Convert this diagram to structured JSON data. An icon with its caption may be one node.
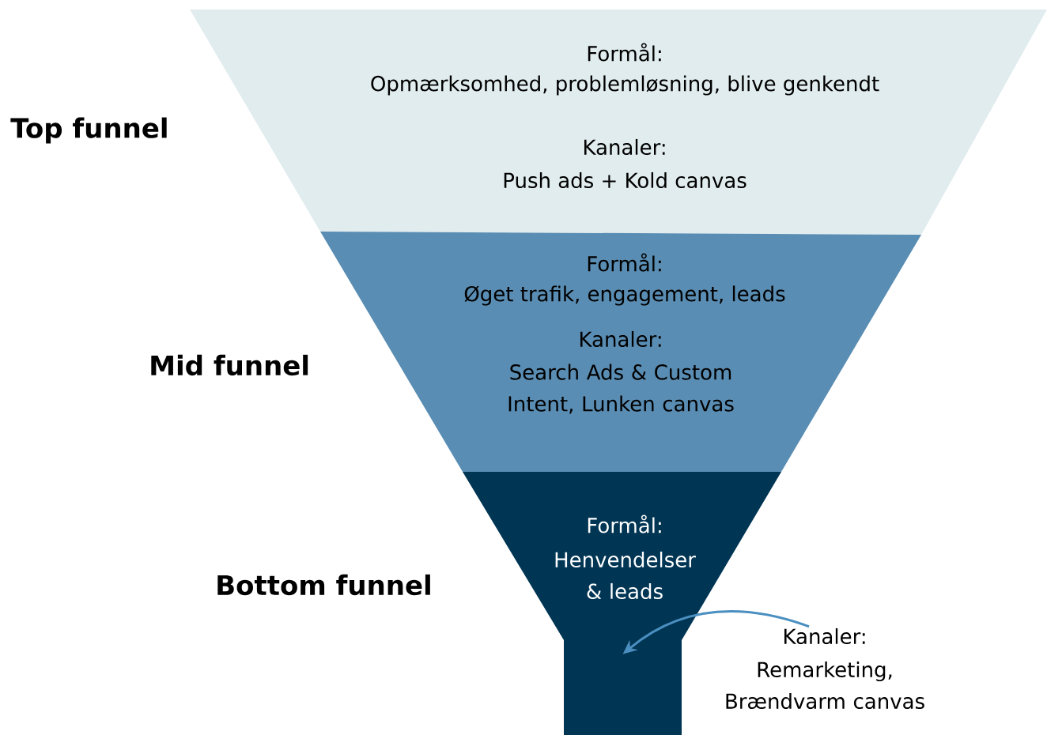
{
  "diagram": {
    "nodes": [
      {
        "text": [
          "Formål:",
          "Opmærksomhed, problemløsning, blive genkendt",
          "Kanaler:",
          "Push ads + Kold canvas"
        ],
        "beside": [
          "Top funnel"
        ]
      },
      {
        "text": [
          "Formål:",
          "Øget trafik, engagement, leads",
          "Kanaler:",
          "Search Ads & Custom Intent, Lunken canvas"
        ],
        "beside": [
          "Mid funnel"
        ]
      },
      {
        "text": [
          "Formål:",
          "Henvendelser & leads"
        ],
        "beside": [
          "Bottom funnel"
        ]
      },
      {
        "text": [
          "Kanaler:",
          "Remarketing, Brændvarm canvas"
        ]
      }
    ],
    "edges": [
      {
        "from": 3,
        "to": 2,
        "arrow": "to",
        "color": "#4a8fc0"
      }
    ]
  }
}
